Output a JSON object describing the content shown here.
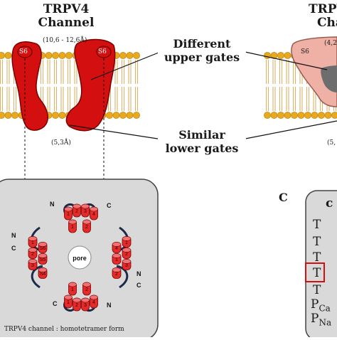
{
  "left_channel": {
    "title_line1": "TRPV4",
    "title_line2": "Channel",
    "upper_diameter": "(10,6 - 12,6Å)",
    "lower_diameter": "(5,3Å)",
    "s6_left": "S6",
    "s6_right": "S6"
  },
  "right_channel": {
    "title_line1": "TRPV",
    "title_line2": "Cha",
    "upper_diameter": "(4,2",
    "lower_diameter": "(5,",
    "s6": "S6"
  },
  "annotations": {
    "upper_gates_line1": "Different",
    "upper_gates_line2": "upper gates",
    "lower_gates_line1": "Similar",
    "lower_gates_line2": "lower gates"
  },
  "panel_c": {
    "letter": "C",
    "header_fragment": "c",
    "rows": [
      "T",
      "T",
      "T",
      "T",
      "T"
    ],
    "p_ca": "P",
    "p_ca_sub": "Ca",
    "p_na": "P",
    "p_na_sub": "Na"
  },
  "tetramer_panel": {
    "caption": "TRPV4 channel : homotetramer form",
    "pore_label": "pore",
    "segments": [
      "1",
      "2",
      "3",
      "4",
      "S5",
      "S6",
      "S4"
    ],
    "terminal_n": "N",
    "terminal_c": "C"
  },
  "colors": {
    "channel_red": "#d40f0f",
    "lipid_head": "#e9a91c",
    "lipid_tail": "#d9b46a",
    "panel_gray": "#d9d9d9",
    "right_channel_pink": "#efb0a6",
    "segment_red": "#e52a2a",
    "linker_navy": "#1c2a4a"
  }
}
